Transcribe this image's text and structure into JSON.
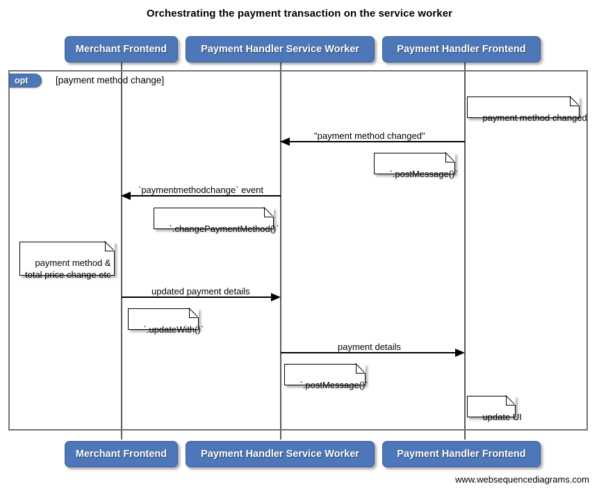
{
  "title": "Orchestrating the payment transaction on the service worker",
  "footer": "www.websequencediagrams.com",
  "colors": {
    "participant_fill": "#4d77b8",
    "participant_text": "#ffffff",
    "lifeline": "#555a61",
    "frame_border": "#6f747b",
    "arrow": "#000000",
    "note_fill": "#ffffff",
    "background": "#ffffff"
  },
  "participants": [
    {
      "id": "merchant-frontend",
      "label": "Merchant Frontend"
    },
    {
      "id": "payment-handler-service-worker",
      "label": "Payment Handler Service Worker"
    },
    {
      "id": "payment-handler-frontend",
      "label": "Payment Handler Frontend"
    }
  ],
  "fragment": {
    "type": "opt",
    "label": "opt",
    "condition": "[payment method change]"
  },
  "messages": [
    {
      "id": "msg-payment-method-changed",
      "label": "\"payment method changed\"",
      "from": "payment-handler-frontend",
      "to": "payment-handler-service-worker",
      "direction": "left"
    },
    {
      "id": "msg-paymentmethodchange-event",
      "label": "`paymentmethodchange` event",
      "from": "payment-handler-service-worker",
      "to": "merchant-frontend",
      "direction": "left"
    },
    {
      "id": "msg-updated-payment-details",
      "label": "updated payment details",
      "from": "merchant-frontend",
      "to": "payment-handler-service-worker",
      "direction": "right"
    },
    {
      "id": "msg-payment-details",
      "label": "payment details",
      "from": "payment-handler-service-worker",
      "to": "payment-handler-frontend",
      "direction": "right"
    }
  ],
  "notes": [
    {
      "id": "note-payment-method-changed",
      "text": "payment method changed",
      "over": "payment-handler-frontend"
    },
    {
      "id": "note-post-message-1",
      "text": "`.postMessage()`",
      "over": "payment-handler-service-worker"
    },
    {
      "id": "note-change-payment-method",
      "text": "`.changePaymentMethod()`",
      "over": "merchant-frontend"
    },
    {
      "id": "note-payment-method-total-price",
      "text": "payment method &\ntotal price change etc",
      "over": "merchant-frontend"
    },
    {
      "id": "note-update-with",
      "text": "`.updateWith()`",
      "over": "merchant-frontend"
    },
    {
      "id": "note-post-message-2",
      "text": "`.postMessage()`",
      "over": "payment-handler-service-worker"
    },
    {
      "id": "note-update-ui",
      "text": "update UI",
      "over": "payment-handler-frontend"
    }
  ]
}
